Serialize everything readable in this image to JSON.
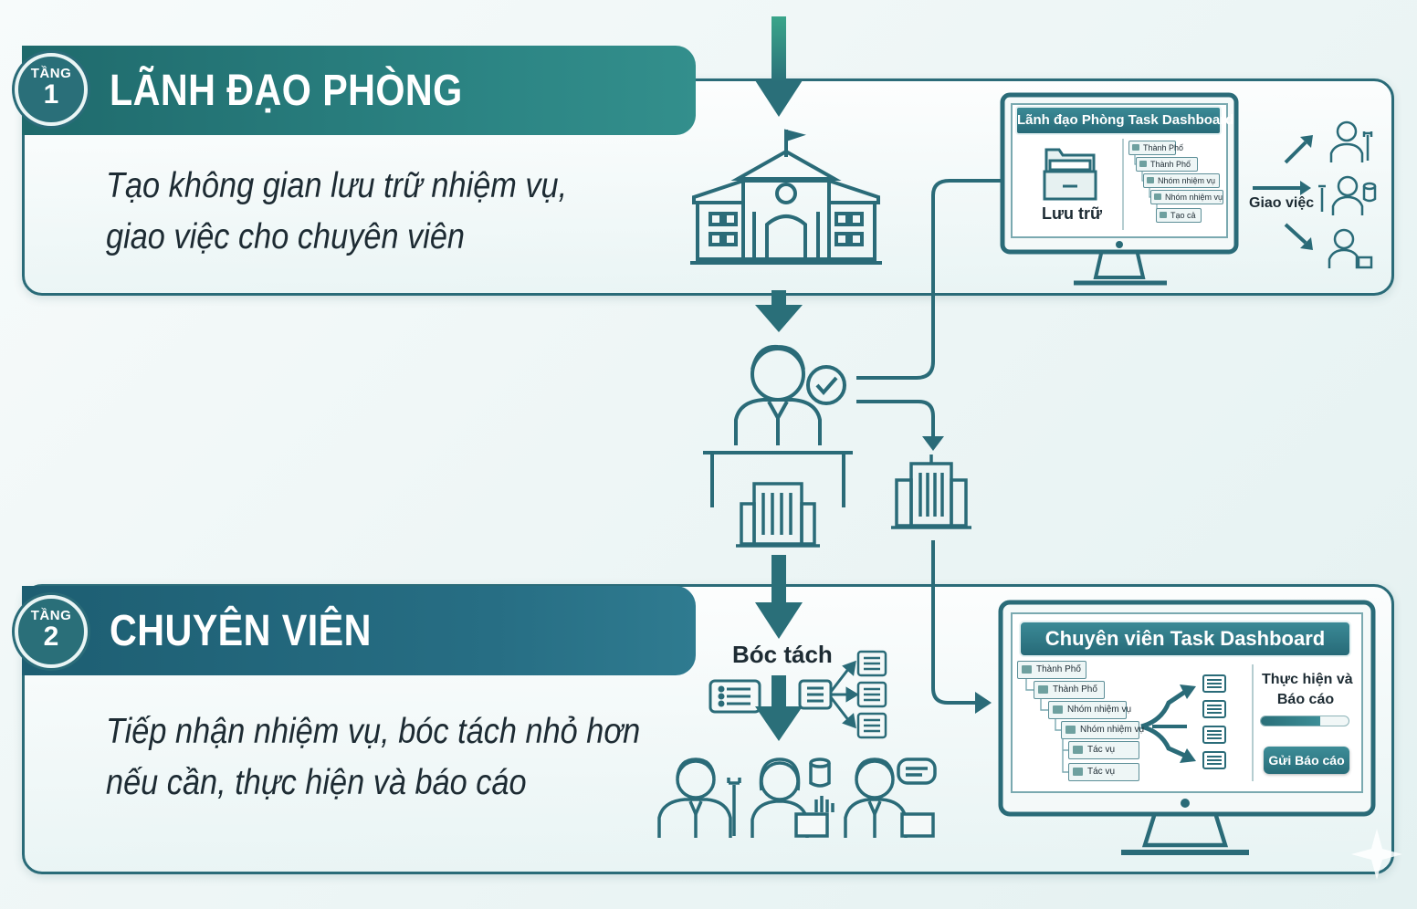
{
  "tier1": {
    "badge_word": "TẦNG",
    "badge_num": "1",
    "title": "LÃNH ĐẠO PHÒNG",
    "desc_line1": "Tạo không gian lưu trữ nhiệm vụ,",
    "desc_line2": "giao việc cho chuyên viên",
    "dashboard": {
      "title": "Lãnh đạo Phòng Task Dashboard",
      "storage_label": "Lưu trữ",
      "tree": [
        "Thành Phố",
        "Thành Phố",
        "Nhóm nhiệm vụ",
        "Nhóm nhiệm vụ",
        "Tạo cả"
      ]
    },
    "assign_label": "Giao việc"
  },
  "tier2": {
    "badge_word": "TẦNG",
    "badge_num": "2",
    "title": "CHUYÊN VIÊN",
    "desc_line1": "Tiếp nhận nhiệm vụ, bóc tách nhỏ hơn",
    "desc_line2": "nếu cần, thực hiện và báo cáo",
    "split_label": "Bóc tách",
    "dashboard": {
      "title": "Chuyên viên Task Dashboard",
      "tree": [
        "Thành Phố",
        "Thành Phố",
        "Nhóm nhiệm vụ",
        "Nhóm nhiệm vụ",
        "Tác vụ",
        "Tác vụ"
      ],
      "perform_label_line1": "Thực hiện và",
      "perform_label_line2": "Báo cáo",
      "progress": 0.68,
      "report_button": "Gửi Báo cáo"
    }
  },
  "colors": {
    "teal": "#2c8584",
    "blue_teal": "#276e84",
    "line": "#2a6b78"
  }
}
